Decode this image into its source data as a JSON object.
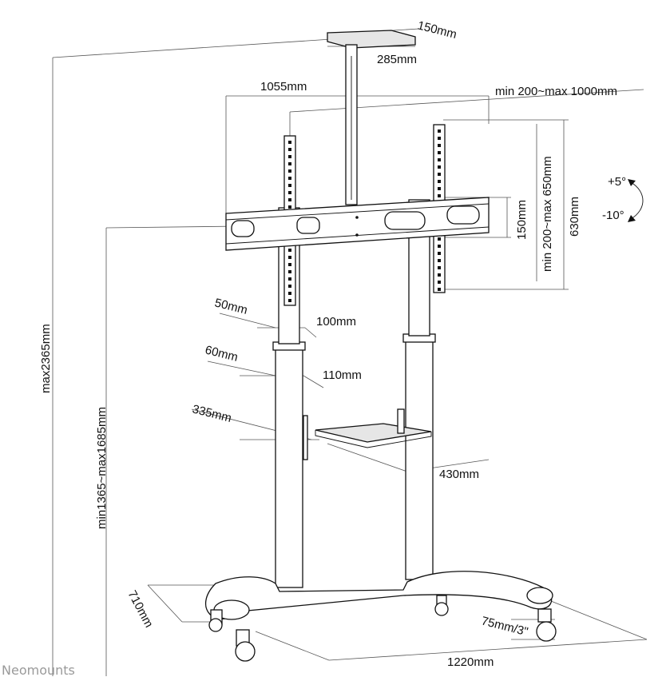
{
  "brand": "Neomounts",
  "dimensions": {
    "ceiling_plate_depth": "150mm",
    "ceiling_plate_width": "285mm",
    "bracket_width": "1055mm",
    "vesa_horizontal": "min 200~max 1000mm",
    "vesa_vertical": "min 200~max 650mm",
    "bracket_height": "150mm",
    "upright_height": "630mm",
    "tilt_up": "+5°",
    "tilt_down": "-10°",
    "total_height": "max2365mm",
    "mount_height": "min1365~max1685mm",
    "pole_depth_upper": "50mm",
    "pole_width_upper": "100mm",
    "pole_depth_lower": "60mm",
    "pole_width_lower": "110mm",
    "shelf_depth": "335mm",
    "shelf_width": "430mm",
    "base_depth": "710mm",
    "base_width": "1220mm",
    "caster_size": "75mm/3\""
  }
}
